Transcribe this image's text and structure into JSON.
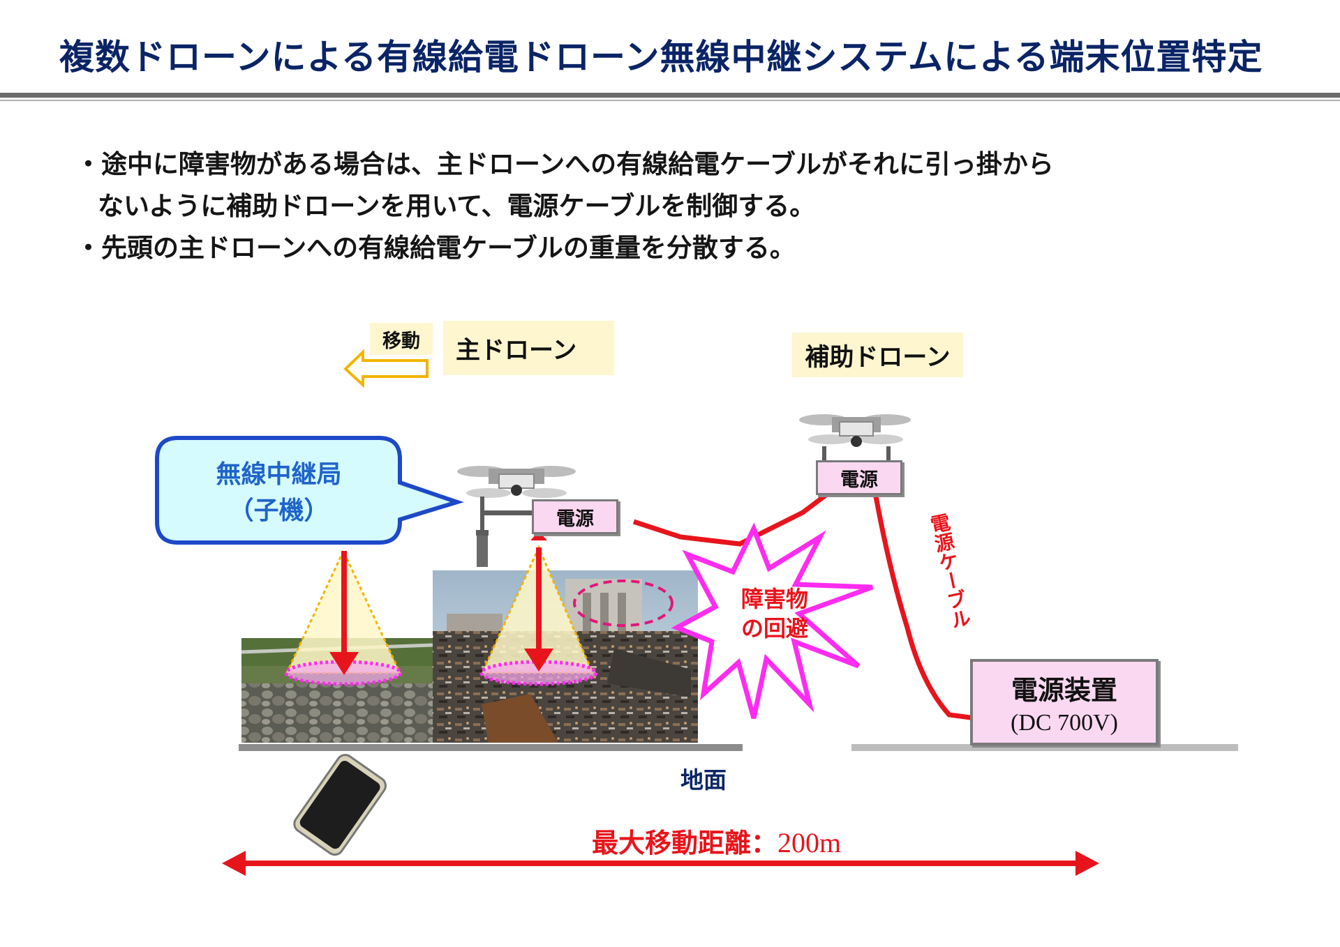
{
  "title": "複数ドローンによる有線給電ドローン無線中継システムによる端末位置特定",
  "bullets": [
    "・途中に障害物がある場合は、主ドローンへの有線給電ケーブルがそれに引っ掛から",
    "ないように補助ドローンを用いて、電源ケーブルを制御する。",
    "・先頭の主ドローンへの有線給電ケーブルの重量を分散する。"
  ],
  "diagram": {
    "move_label": "移動",
    "main_drone_label": "主ドローン",
    "aux_drone_label": "補助ドローン",
    "relay_station": {
      "line1": "無線中継局",
      "line2": "（子機）"
    },
    "power_label_main": "電源",
    "power_label_aux": "電源",
    "obstacle": {
      "line1": "障害物",
      "line2": "の回避"
    },
    "cable_label": "電源ケーブル",
    "power_unit": {
      "line1": "電源装置",
      "line2": "(DC 700V)"
    },
    "ground_label": "地面",
    "distance": {
      "label": "最大移動距離：",
      "value": "200m"
    }
  },
  "colors": {
    "title": "#0a2466",
    "cable": "#e8141c",
    "obstacle_burst": "#ff2bf0",
    "beam": "#fff7c8",
    "relay_box": "#d5fbff",
    "relay_border": "#1d49c8"
  }
}
